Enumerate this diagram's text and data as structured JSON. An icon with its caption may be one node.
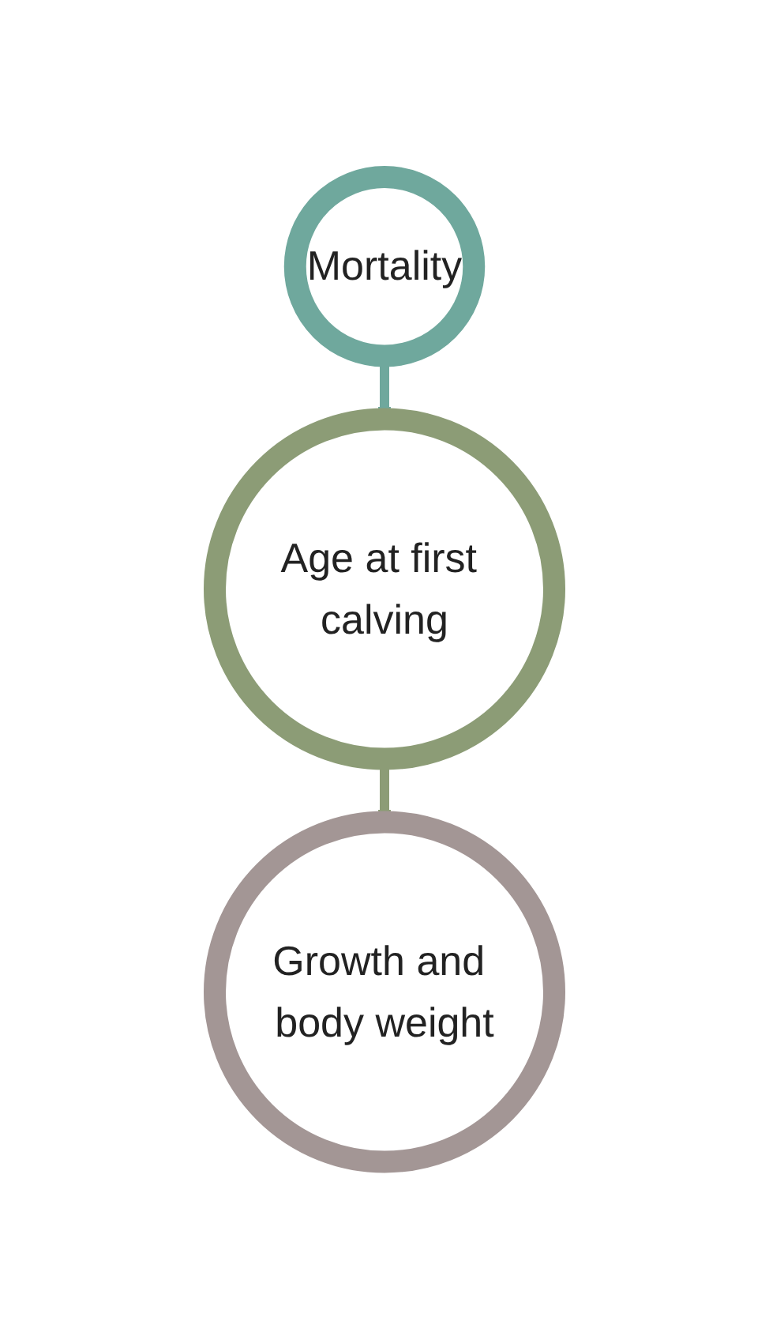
{
  "diagram": {
    "nodes": [
      {
        "text": [
          "Mortality"
        ]
      },
      {
        "text": [
          "Age at first calving"
        ]
      },
      {
        "text": [
          "Growth and body weight"
        ]
      }
    ],
    "edges": [
      {
        "from": 0,
        "to": 1,
        "arrow": "to"
      },
      {
        "from": 1,
        "to": 2,
        "arrow": "to"
      }
    ]
  }
}
